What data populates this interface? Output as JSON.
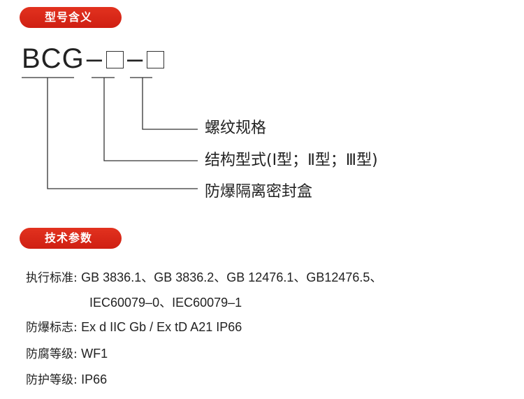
{
  "sections": {
    "model": {
      "title": "型号含义"
    },
    "tech": {
      "title": "技术参数"
    }
  },
  "model_code": {
    "prefix": "BCG",
    "separator": "–"
  },
  "diagram": {
    "line_color": "#333333",
    "items": [
      {
        "label": "螺纹规格"
      },
      {
        "label": "结构型式(Ⅰ型；Ⅱ型；Ⅲ型)"
      },
      {
        "label": "防爆隔离密封盒"
      }
    ]
  },
  "specs": {
    "standard": {
      "label": "执行标准:",
      "value": "GB 3836.1、GB 3836.2、GB 12476.1、GB12476.5、",
      "value_line2": "IEC60079–0、IEC60079–1"
    },
    "explosion": {
      "label": "防爆标志:",
      "value": "Ex d IIC Gb / Ex tD A21 IP66"
    },
    "corrosion": {
      "label": "防腐等级:",
      "value": "WF1"
    },
    "protection": {
      "label": "防护等级:",
      "value": "IP66"
    }
  },
  "colors": {
    "badge_red": "#d9261a",
    "text": "#222222",
    "line": "#333333"
  }
}
